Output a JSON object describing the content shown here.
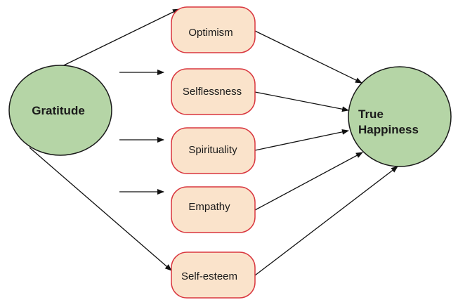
{
  "diagram": {
    "type": "flow-diagram",
    "colors": {
      "circle_fill": "#b5d5a6",
      "circle_stroke": "#1a1a1a",
      "box_fill": "#fae3cb",
      "box_stroke": "#d9373f",
      "edge": "#111111"
    },
    "source": {
      "id": "gratitude",
      "label": "Gratitude"
    },
    "target": {
      "id": "true-happiness",
      "label_lines": [
        "True",
        "Happiness"
      ]
    },
    "mediators": [
      {
        "id": "optimism",
        "label": "Optimism"
      },
      {
        "id": "selflessness",
        "label": "Selflessness"
      },
      {
        "id": "spirituality",
        "label": "Spirituality"
      },
      {
        "id": "empathy",
        "label": "Empathy"
      },
      {
        "id": "self-esteem",
        "label": "Self-esteem"
      }
    ],
    "edges": [
      {
        "from": "gratitude",
        "to": "optimism"
      },
      {
        "from": "gratitude",
        "to": "selflessness",
        "style": "free-arrow"
      },
      {
        "from": "gratitude",
        "to": "spirituality",
        "style": "free-arrow"
      },
      {
        "from": "gratitude",
        "to": "empathy",
        "style": "free-arrow"
      },
      {
        "from": "gratitude",
        "to": "self-esteem"
      },
      {
        "from": "optimism",
        "to": "true-happiness"
      },
      {
        "from": "selflessness",
        "to": "true-happiness"
      },
      {
        "from": "spirituality",
        "to": "true-happiness"
      },
      {
        "from": "empathy",
        "to": "true-happiness"
      },
      {
        "from": "self-esteem",
        "to": "true-happiness"
      }
    ]
  }
}
